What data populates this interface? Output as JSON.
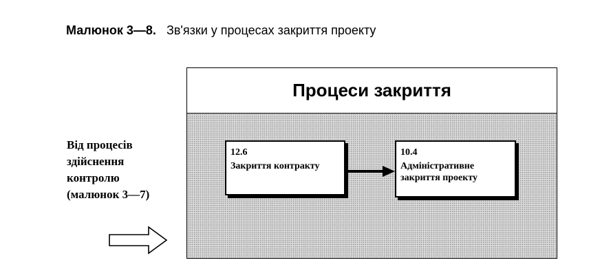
{
  "figure": {
    "number": "Малюнок 3—8.",
    "title": "Зв'язки у процесах закриття проекту"
  },
  "group": {
    "title": "Процеси закриття"
  },
  "processes": [
    {
      "number": "12.6",
      "lines": [
        "Закриття контракту"
      ]
    },
    {
      "number": "10.4",
      "lines": [
        "Адміністративне",
        "закриття проекту"
      ]
    }
  ],
  "input_note": {
    "lines": [
      "Від процесів",
      "здійснення",
      "контролю",
      "(малюнок 3—7)"
    ]
  }
}
